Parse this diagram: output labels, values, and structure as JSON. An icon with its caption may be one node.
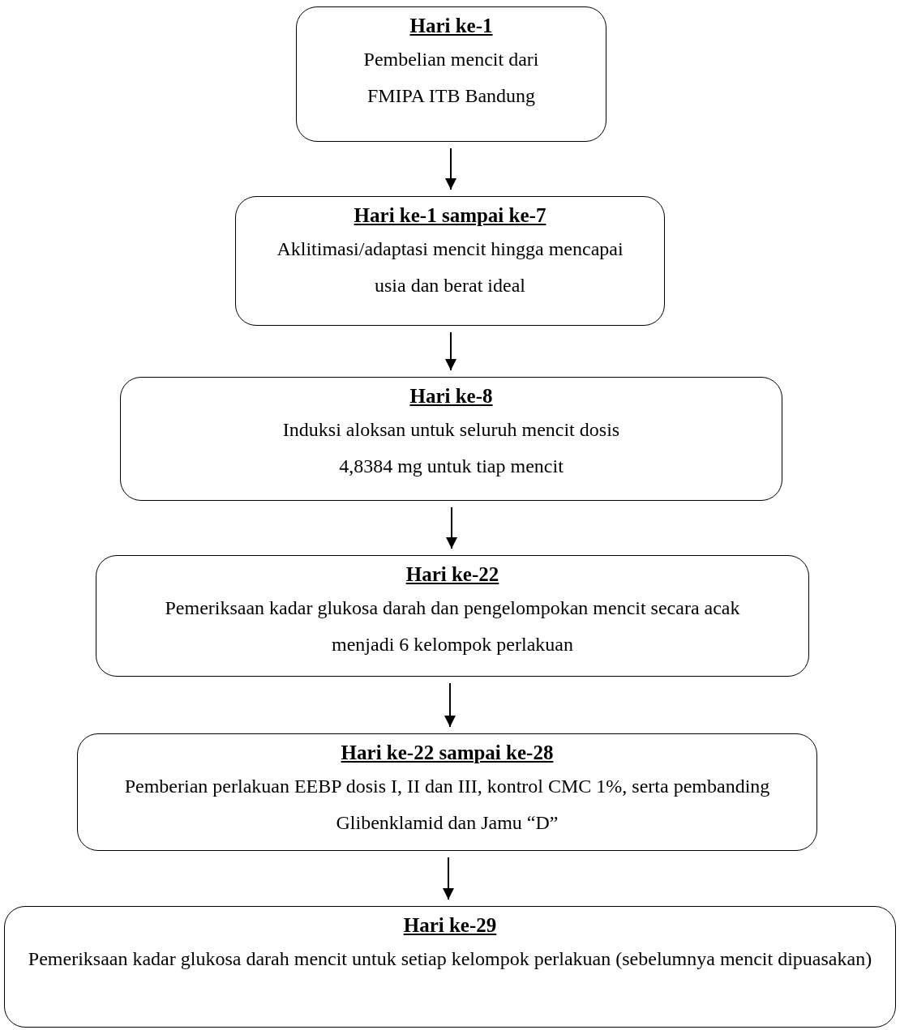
{
  "diagram": {
    "nodes": [
      {
        "text": [
          "Hari ke-1",
          "Pembelian mencit dari FMIPA ITB Bandung"
        ]
      },
      {
        "text": [
          "Hari ke-1 sampai ke-7",
          "Aklitimasi/adaptasi mencit hingga mencapai usia dan berat ideal"
        ]
      },
      {
        "text": [
          "Hari ke-8",
          "Induksi aloksan untuk seluruh mencit dosis 4,8384 mg untuk tiap mencit"
        ]
      },
      {
        "text": [
          "Hari ke-22",
          "Pemeriksaan kadar glukosa darah dan pengelompokan mencit secara acak menjadi 6 kelompok perlakuan"
        ]
      },
      {
        "text": [
          "Hari ke-22 sampai ke-28",
          "Pemberian perlakuan EEBP dosis I, II dan III, kontrol CMC 1%, serta pembanding Glibenklamid dan Jamu “D”"
        ]
      },
      {
        "text": [
          "Hari ke-29",
          "Pemeriksaan kadar glukosa darah mencit untuk setiap kelompok perlakuan (sebelumnya mencit dipuasakan)"
        ]
      }
    ],
    "edges": [
      {
        "from": 0,
        "to": 1,
        "arrow": "to"
      },
      {
        "from": 1,
        "to": 2,
        "arrow": "to"
      },
      {
        "from": 2,
        "to": 3,
        "arrow": "to"
      },
      {
        "from": 3,
        "to": 4,
        "arrow": "to"
      },
      {
        "from": 4,
        "to": 5,
        "arrow": "to"
      }
    ]
  }
}
